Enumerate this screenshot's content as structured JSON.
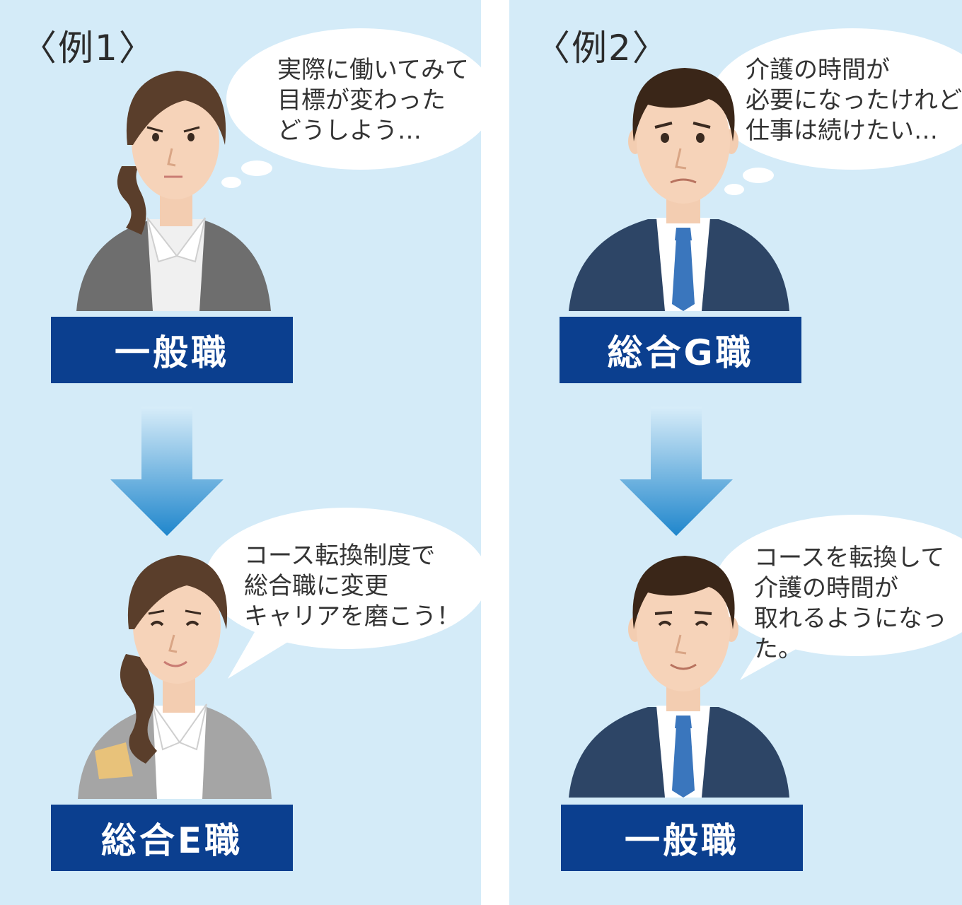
{
  "colors": {
    "panel_bg": "#d4ebf8",
    "role_box": "#0b3f8f",
    "arrow_top": "#d8edf9",
    "arrow_bottom": "#1f86cc",
    "man_suit": "#2d4566",
    "tie": "#3a76bd",
    "woman_jacket_before": "#6e6e6e",
    "woman_jacket_after": "#a5a5a5"
  },
  "example1": {
    "title": "〈例1〉",
    "thought_text": "実際に働いてみて\n目標が変わった\nどうしよう…",
    "before_role": "一般職",
    "after_role": "総合E職",
    "speech_text": "コース転換制度で\n総合職に変更\nキャリアを磨こう！"
  },
  "example2": {
    "title": "〈例2〉",
    "thought_text": "介護の時間が\n必要になったけれど\n仕事は続けたい…",
    "before_role": "総合G職",
    "after_role": "一般職",
    "speech_text": "コースを転換して\n介護の時間が\n取れるようになった。"
  }
}
